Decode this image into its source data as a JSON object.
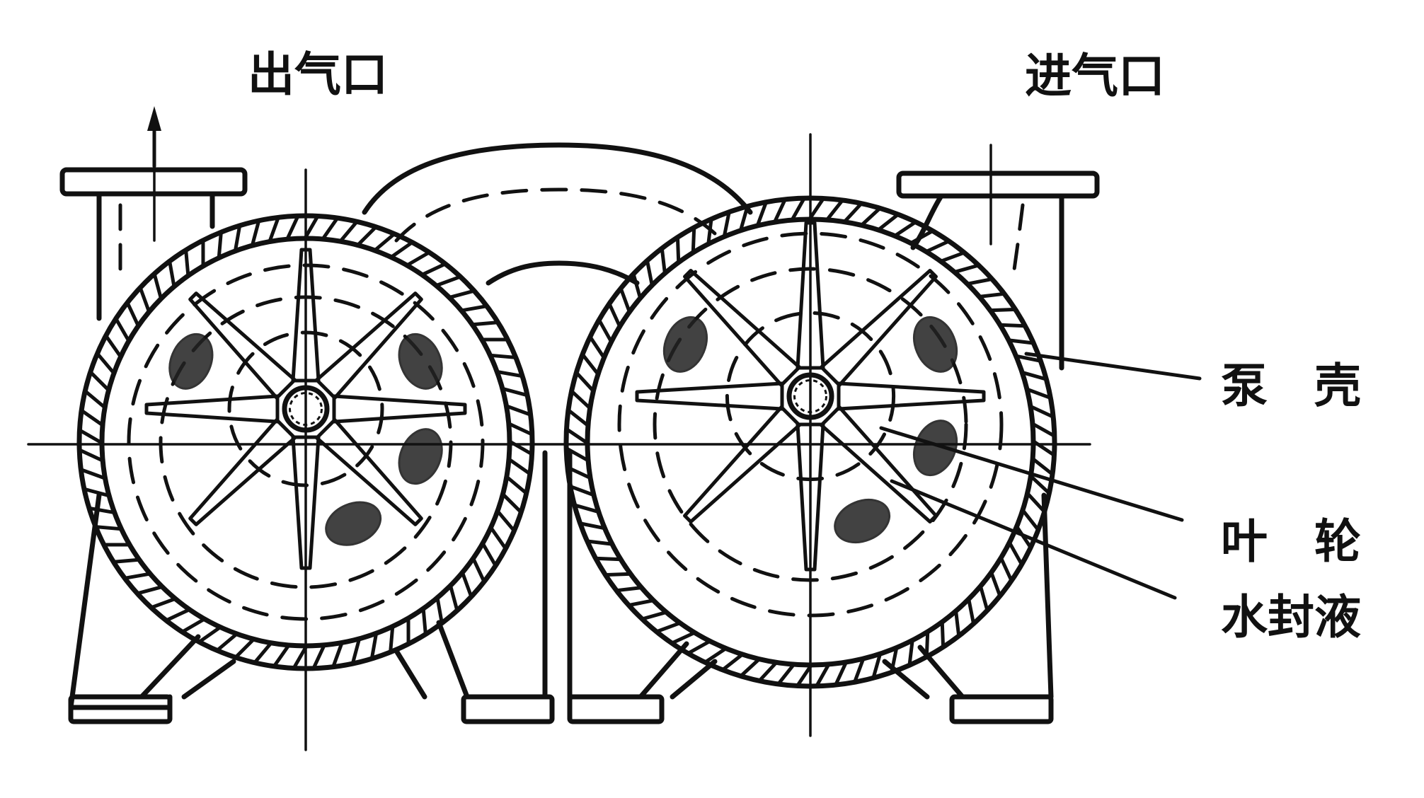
{
  "labels": {
    "outlet": "出气口",
    "inlet": "进气口",
    "casing": "泵　壳",
    "impeller": "叶　轮",
    "seal_liquid": "水封液"
  },
  "colors": {
    "ink": "#111111",
    "background": "#ffffff"
  }
}
